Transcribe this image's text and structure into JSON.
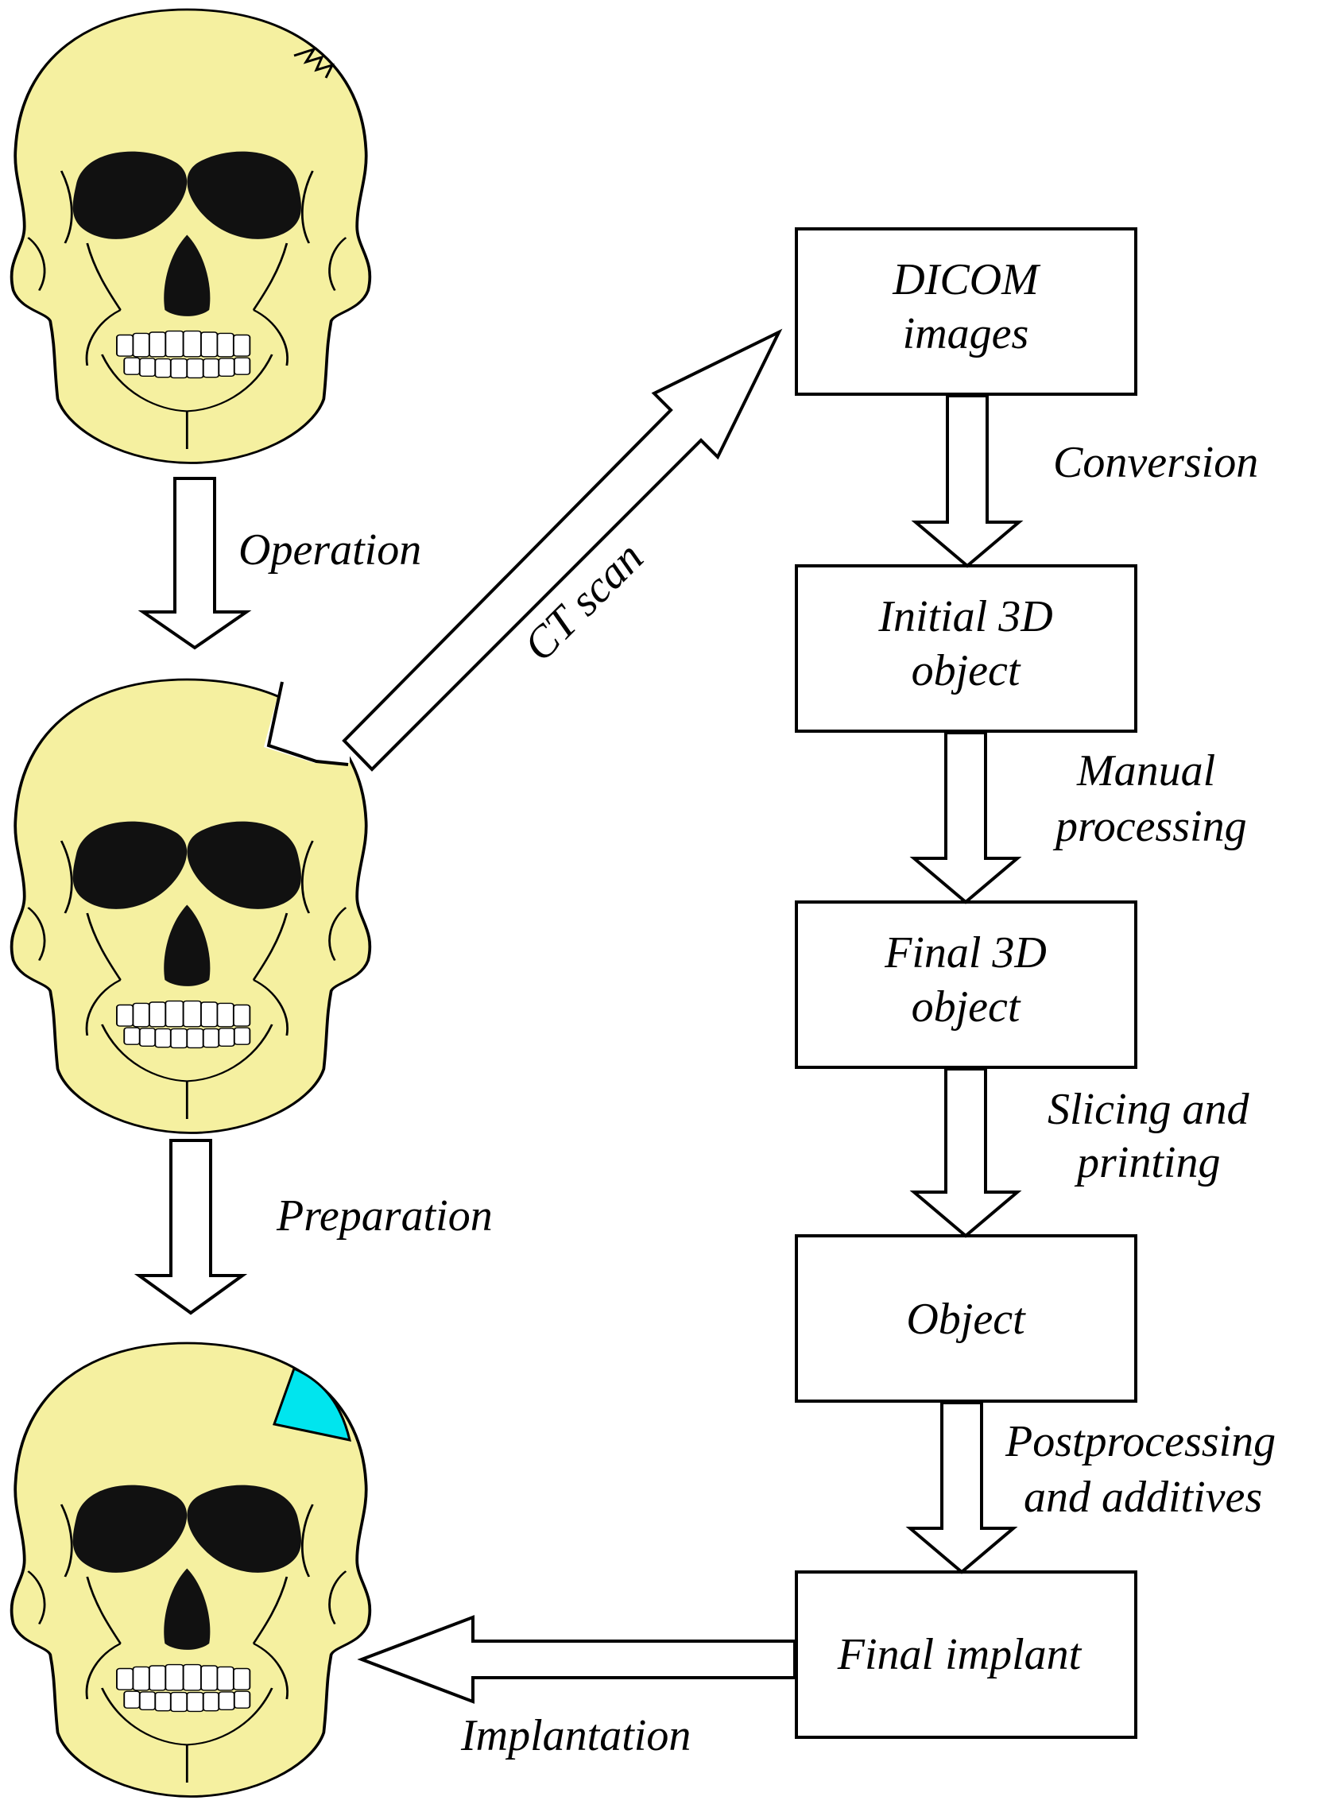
{
  "colors": {
    "bone": "#f5f0a0",
    "implant": "#00e5ee",
    "stroke": "#000000",
    "box_fill": "#ffffff"
  },
  "labels": {
    "operation": "Operation",
    "preparation": "Preparation",
    "ct_scan": "CT scan",
    "conversion": "Conversion",
    "manual_processing_1": "Manual",
    "manual_processing_2": "processing",
    "slicing_printing_1": "Slicing and",
    "slicing_printing_2": "printing",
    "postprocessing_1": "Postprocessing",
    "postprocessing_2": "and additives",
    "implantation": "Implantation"
  },
  "boxes": {
    "dicom_1": "DICOM",
    "dicom_2": "images",
    "initial_1": "Initial 3D",
    "initial_2": "object",
    "final_obj_1": "Final 3D",
    "final_obj_2": "object",
    "object": "Object",
    "final_implant": "Final implant"
  },
  "skulls": {
    "top": "skull-with-fracture",
    "middle": "skull-with-defect",
    "bottom": "skull-with-implant"
  }
}
